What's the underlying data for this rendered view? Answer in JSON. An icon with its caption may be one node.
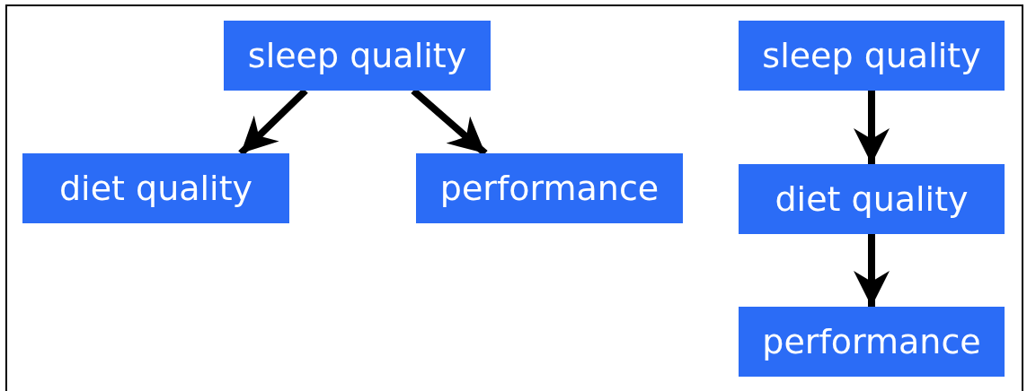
{
  "diagram": {
    "nodes": [
      {
        "text": [
          "sleep quality"
        ]
      },
      {
        "text": [
          "diet quality"
        ]
      },
      {
        "text": [
          "performance"
        ]
      },
      {
        "text": [
          "sleep quality"
        ]
      },
      {
        "text": [
          "diet quality"
        ]
      },
      {
        "text": [
          "performance"
        ]
      }
    ],
    "edges": [
      {
        "from": 0,
        "to": 1,
        "arrow": "to"
      },
      {
        "from": 0,
        "to": 2,
        "arrow": "to"
      },
      {
        "from": 3,
        "to": 4,
        "arrow": "to"
      },
      {
        "from": 4,
        "to": 5,
        "arrow": "to"
      }
    ]
  }
}
